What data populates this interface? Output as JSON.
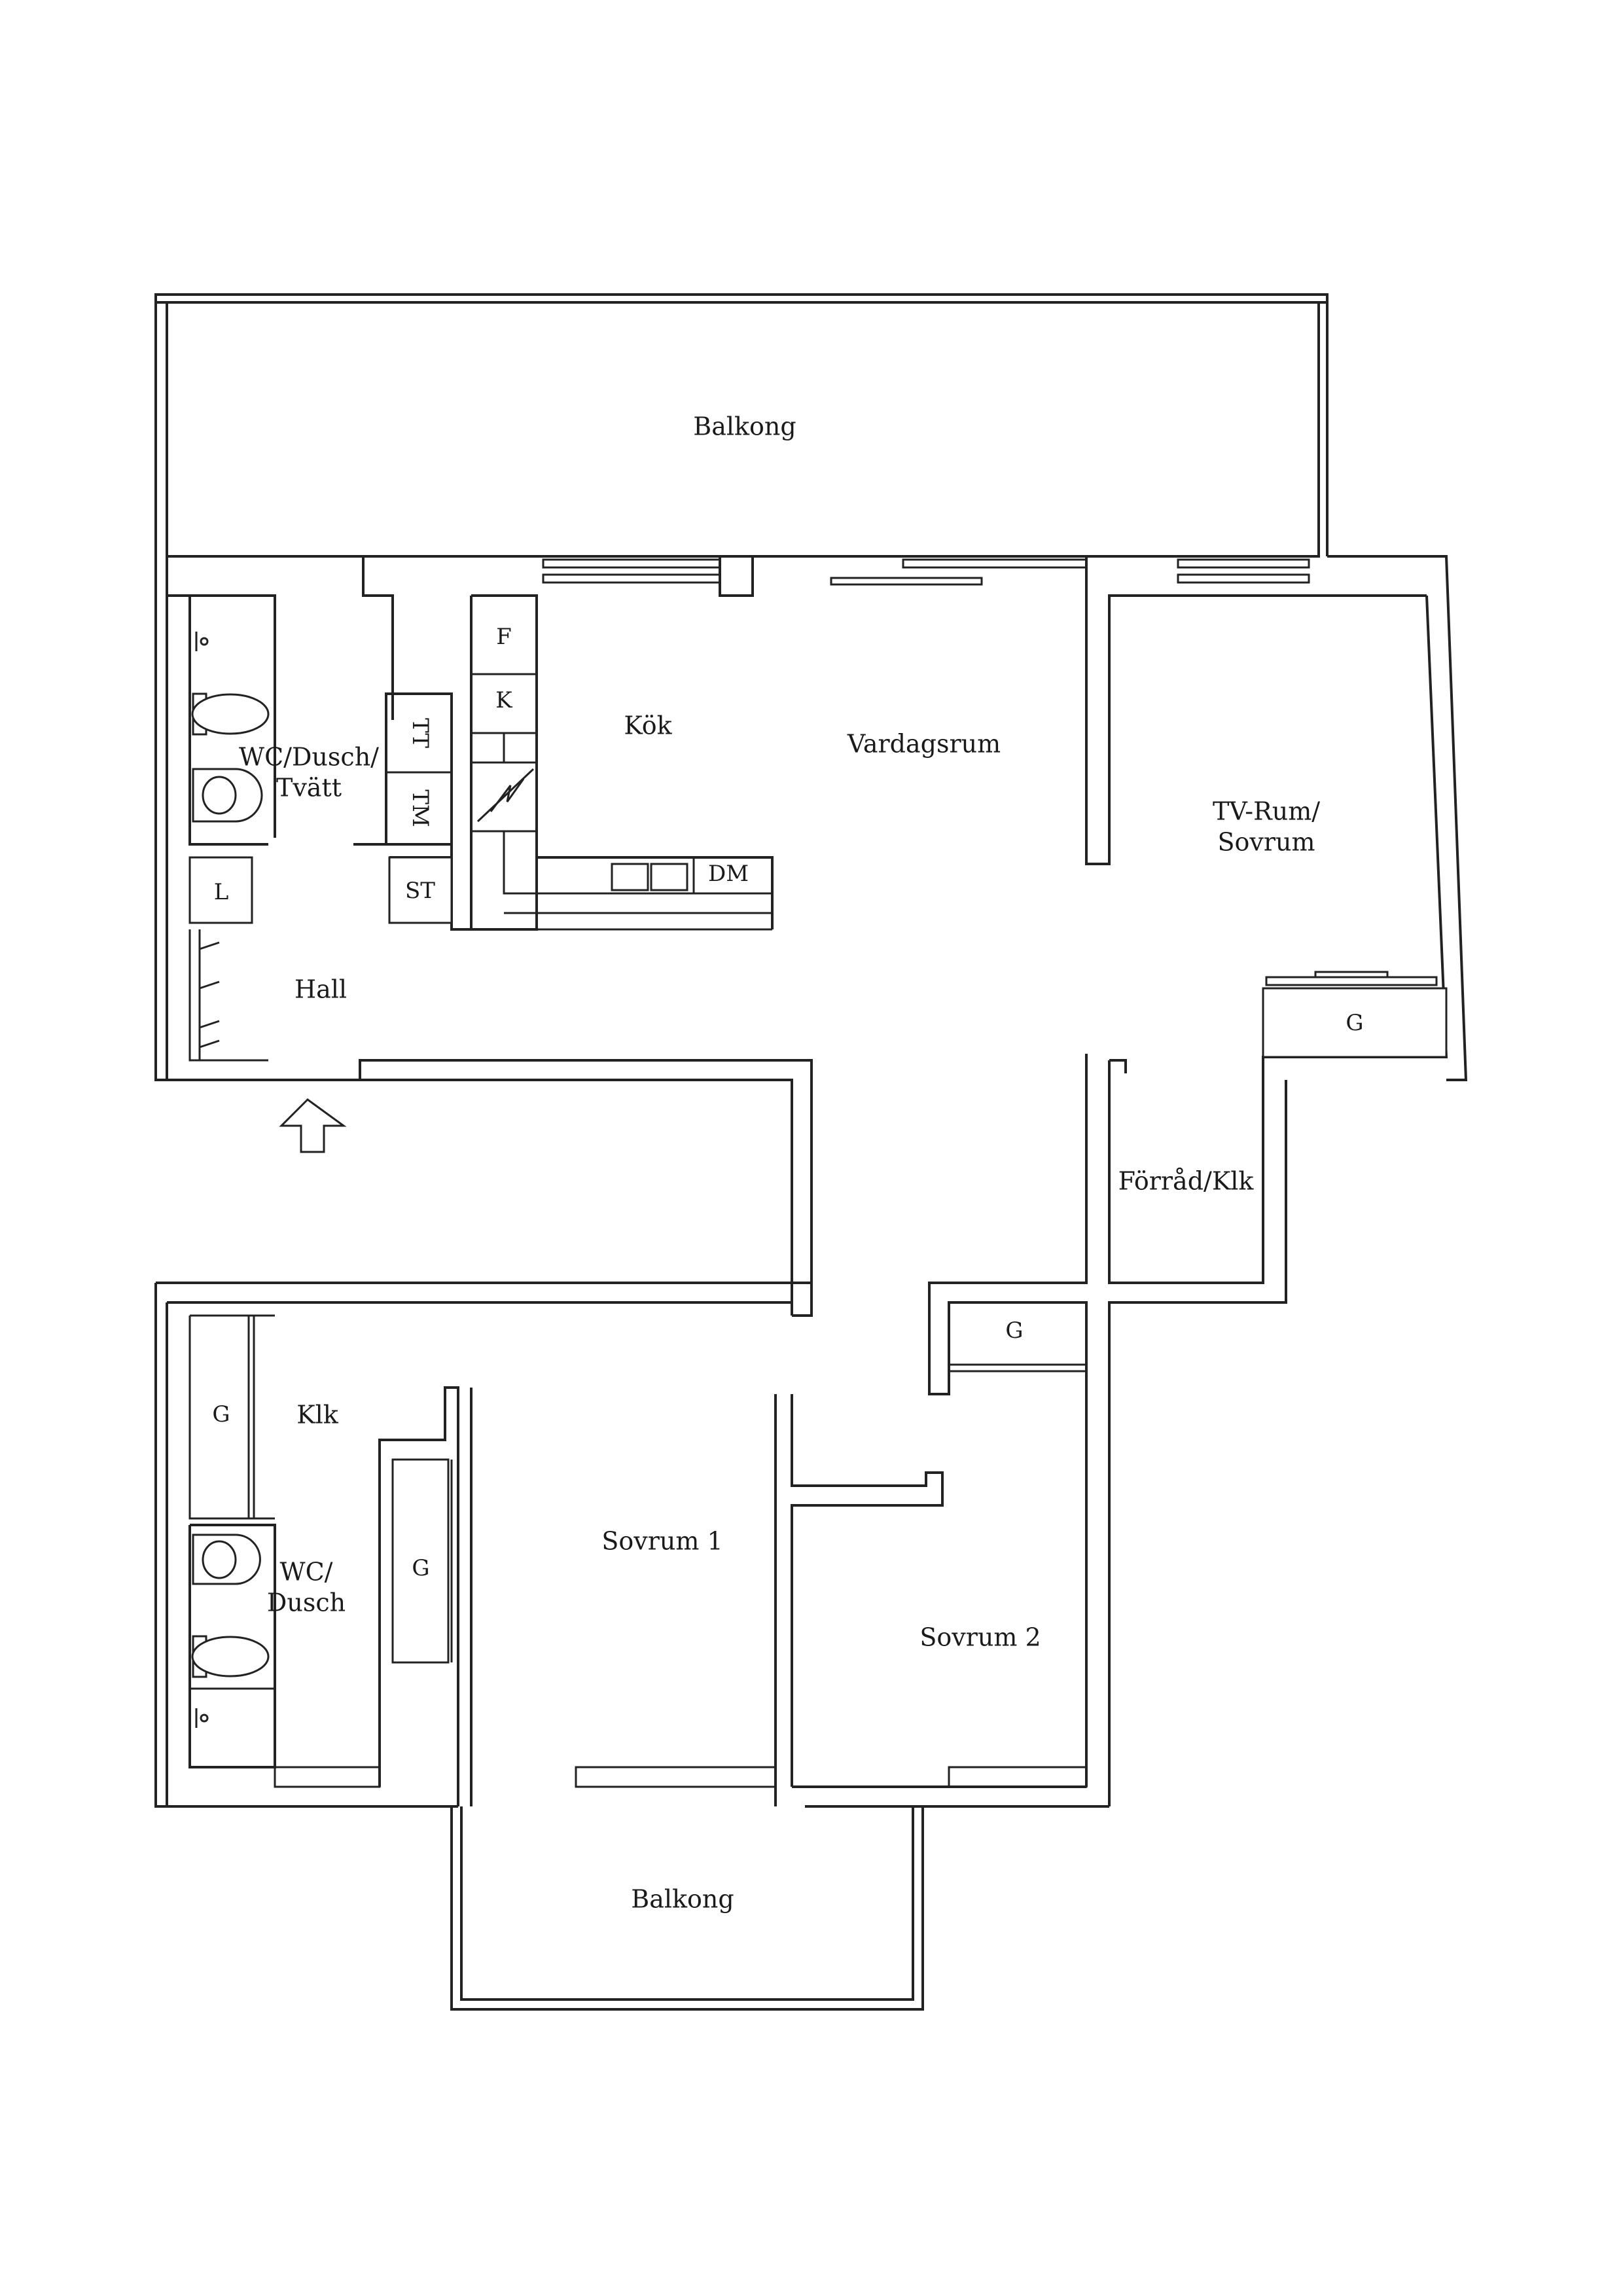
{
  "rooms": {
    "balkong_top": "Balkong",
    "kok": "Kök",
    "vardagsrum": "Vardagsrum",
    "tv_line1": "TV-Rum/",
    "tv_line2": "Sovrum",
    "wc1_line1": "WC/Dusch/",
    "wc1_line2": "Tvätt",
    "hall": "Hall",
    "forrad": "Förråd/Klk",
    "klk": "Klk",
    "wc2_line1": "WC/",
    "wc2_line2": "Dusch",
    "sovrum1": "Sovrum 1",
    "sovrum2": "Sovrum 2",
    "balkong_bottom": "Balkong"
  },
  "fixtures": {
    "fridge": "F",
    "freezer": "K",
    "dishwasher": "DM",
    "dryer": "TT",
    "washer": "TM",
    "cleaning_cabinet": "ST",
    "linen": "L",
    "wardrobe": "G"
  },
  "colors": {
    "line": "#222222",
    "background": "#ffffff"
  }
}
